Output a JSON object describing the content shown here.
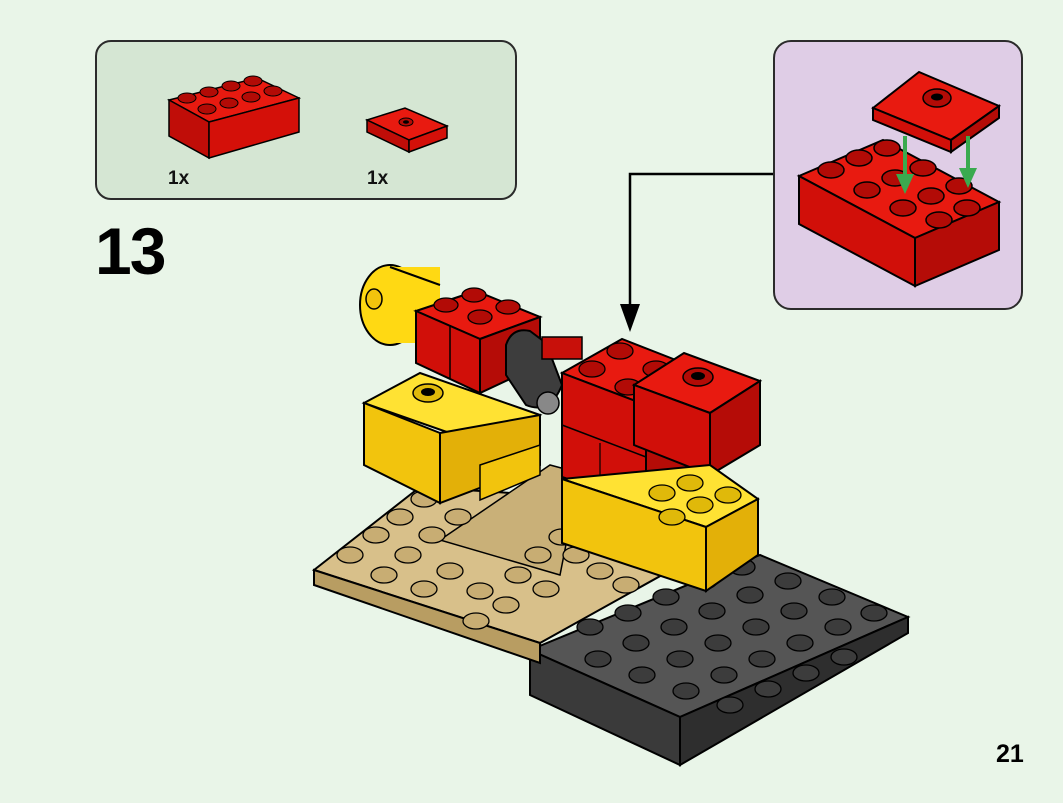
{
  "parts_list": {
    "items": [
      {
        "part": "red-brick-2x4",
        "quantity": "1x",
        "color": "#d9120c"
      },
      {
        "part": "red-plate-2x2-jumper",
        "quantity": "1x",
        "color": "#d9120c"
      }
    ]
  },
  "step": {
    "number": "13"
  },
  "page": {
    "number": "21"
  },
  "colors": {
    "red": "#d9120c",
    "yellow": "#ffd913",
    "tan": "#d8c08a",
    "dark_gray": "#4a4a4a",
    "arrow_green": "#3aaa4f",
    "parts_bg": "#d5e6d3",
    "callout_bg": "#dfcde6",
    "page_bg": "#e9f5e8"
  }
}
